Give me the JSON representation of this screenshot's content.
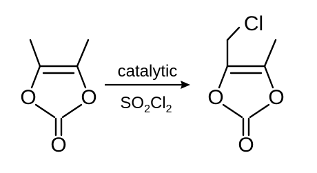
{
  "reactant": {
    "atoms": {
      "o_left": "O",
      "o_right": "O",
      "o_carbonyl": "O"
    }
  },
  "conditions": {
    "above": "catalytic",
    "below_parts": [
      "SO",
      "2",
      "Cl",
      "2"
    ]
  },
  "product": {
    "substituent": "Cl",
    "atoms": {
      "o_left": "O",
      "o_right": "O",
      "o_carbonyl": "O"
    }
  }
}
